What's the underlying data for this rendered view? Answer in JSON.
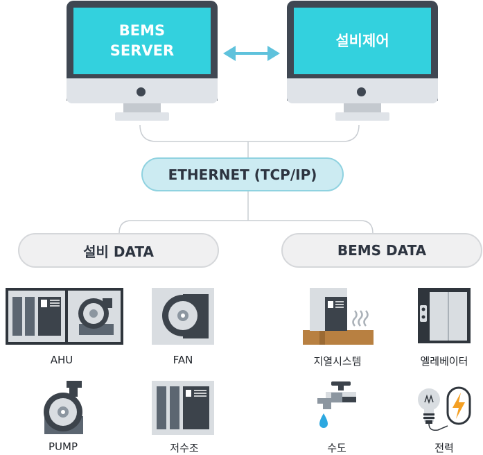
{
  "servers": {
    "left_screen_text": "BEMS\nSERVER",
    "right_screen_text": "설비제어"
  },
  "network": {
    "label": "ETHERNET (TCP/IP)"
  },
  "groups": {
    "facility_label": "설비 DATA",
    "bems_label": "BEMS DATA"
  },
  "devices": {
    "ahu": "AHU",
    "fan": "FAN",
    "geothermal": "지열시스템",
    "elevator": "엘레베이터",
    "pump": "PUMP",
    "water_storage": "저수조",
    "water": "수도",
    "power": "전력"
  },
  "colors": {
    "screen": "#33d1de",
    "frame": "#3f4752",
    "arrow": "#5fc2dc",
    "ethernet_fill": "#ccebf2",
    "ethernet_border": "#8fd2e0",
    "group_fill": "#f0f0f1"
  }
}
